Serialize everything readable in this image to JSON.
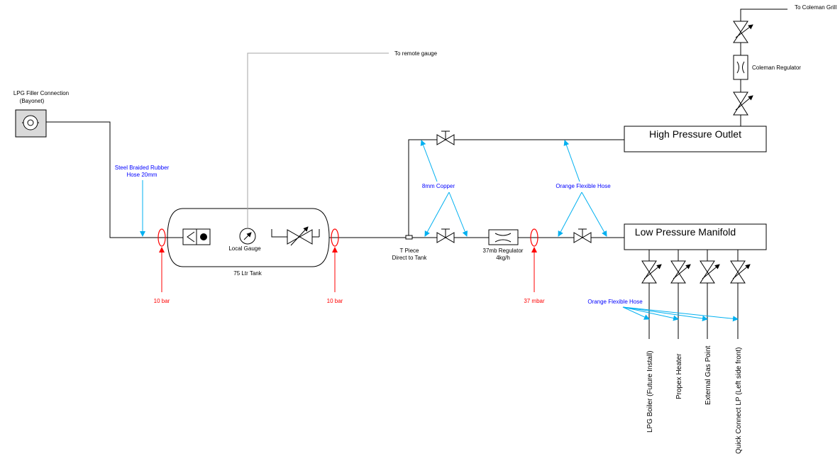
{
  "labels": {
    "filler_1": "LPG Filler Connection",
    "filler_2": "(Bayonet)",
    "hose_1": "Steel Braided Rubber",
    "hose_2": "Hose 20mm",
    "remote_gauge": "To remote gauge",
    "local_gauge": "Local Gauge",
    "tank": "75 Ltr Tank",
    "pressure_left": "10 bar",
    "pressure_mid": "10 bar",
    "pressure_low": "37 mbar",
    "tpiece_1": "T Piece",
    "tpiece_2": "Direct to Tank",
    "copper": "8mm Copper",
    "regulator_1": "37mb Regulator",
    "regulator_2": "4kg/h",
    "orange_hose_top": "Orange Flexible Hose",
    "orange_hose_bottom": "Orange Flexible Hose",
    "high_pressure": "High Pressure Outlet",
    "low_pressure": "Low Pressure Manifold",
    "coleman_grill": "To Coleman Grill",
    "coleman_regulator": "Coleman Regulator",
    "outlet_1": "LPG Boiler (Future Install)",
    "outlet_2": "Propex Heater",
    "outlet_3": "External Gas Point",
    "outlet_4": "Quick Connect LP (Left side front)"
  },
  "colors": {
    "line": "#000000",
    "annotation_blue": "#00b0f0",
    "text_blue": "#0000ff",
    "red": "#ff0000",
    "gray_line": "#a6a6a6",
    "filler_fill": "#d9d9d9"
  }
}
